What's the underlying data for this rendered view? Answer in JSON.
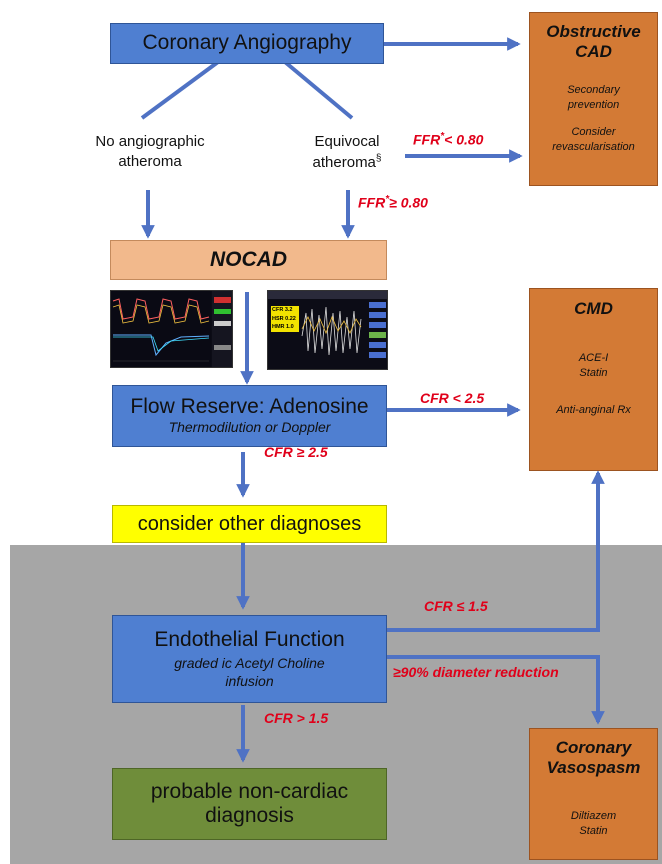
{
  "boxes": {
    "angiography": "Coronary Angiography",
    "obstructive": {
      "title_1": "Obstructive",
      "title_2": "CAD",
      "line_1": "Secondary",
      "line_2": "prevention",
      "line_3": "Consider",
      "line_4": "revascularisation"
    },
    "nocad": "NOCAD",
    "flow_reserve": {
      "title": "Flow Reserve: Adenosine",
      "subtitle": "Thermodilution or Doppler"
    },
    "cmd": {
      "title": "CMD",
      "line_1": "ACE-I",
      "line_2": "Statin",
      "line_3": "Anti-anginal Rx"
    },
    "other_diagnoses": "consider other diagnoses",
    "endothelial": {
      "title": "Endothelial Function",
      "subtitle_1": "graded ic Acetyl Choline",
      "subtitle_2": "infusion"
    },
    "vasospasm": {
      "title_1": "Coronary",
      "title_2": "Vasospasm",
      "line_1": "Diltiazem",
      "line_2": "Statin"
    },
    "non_cardiac": {
      "line_1": "probable non-cardiac",
      "line_2": "diagnosis"
    }
  },
  "labels": {
    "no_atheroma_1": "No angiographic",
    "no_atheroma_2": "atheroma",
    "equivocal_1": "Equivocal",
    "equivocal_2": "atheroma",
    "equivocal_mark": "§"
  },
  "edge_labels": {
    "ffr_lt": {
      "prefix": "FFR",
      "mark": "*",
      "suffix": "< 0.80"
    },
    "ffr_ge": {
      "prefix": "FFR",
      "mark": "*",
      "suffix": "≥ 0.80"
    },
    "cfr_lt_25": "CFR < 2.5",
    "cfr_ge_25": "CFR ≥ 2.5",
    "cfr_le_15": "CFR ≤ 1.5",
    "diam_reduction": "≥90% diameter reduction",
    "cfr_gt_15": "CFR > 1.5"
  },
  "screen_2_readout": {
    "row_1": "CFR 3.2",
    "row_2": "HSR 0.22",
    "row_3": "HMR 1.0"
  },
  "colors": {
    "blue": "#4f7fd1",
    "orange": "#d37a35",
    "peach": "#f2b98c",
    "yellow": "#ffff00",
    "green": "#6f8d3a",
    "grey": "#a6a6a6",
    "red": "#e0001a",
    "arrow": "#4f72c4"
  }
}
